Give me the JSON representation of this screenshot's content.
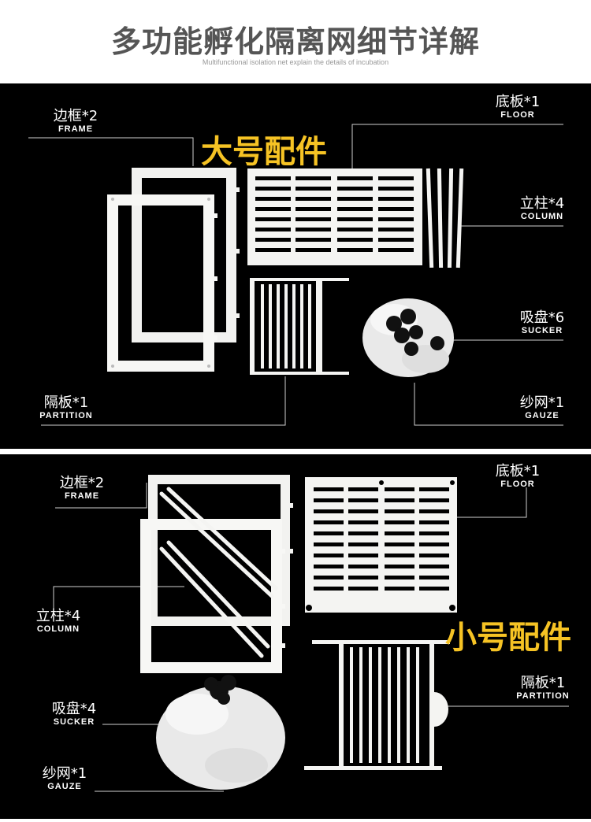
{
  "header": {
    "title": "多功能孵化隔离网细节详解",
    "subtitle": "Multifunctional isolation net explain the details of incubation"
  },
  "large": {
    "heading": "大号配件",
    "labels": {
      "frame": {
        "zh": "边框*2",
        "en": "FRAME"
      },
      "floor": {
        "zh": "底板*1",
        "en": "FLOOR"
      },
      "column": {
        "zh": "立柱*4",
        "en": "COLUMN"
      },
      "sucker": {
        "zh": "吸盘*6",
        "en": "SUCKER"
      },
      "partition": {
        "zh": "隔板*1",
        "en": "PARTITION"
      },
      "gauze": {
        "zh": "纱网*1",
        "en": "GAUZE"
      }
    }
  },
  "small": {
    "heading": "小号配件",
    "labels": {
      "frame": {
        "zh": "边框*2",
        "en": "FRAME"
      },
      "floor": {
        "zh": "底板*1",
        "en": "FLOOR"
      },
      "column": {
        "zh": "立柱*4",
        "en": "COLUMN"
      },
      "sucker": {
        "zh": "吸盘*4",
        "en": "SUCKER"
      },
      "partition": {
        "zh": "隔板*1",
        "en": "PARTITION"
      },
      "gauze": {
        "zh": "纱网*1",
        "en": "GAUZE"
      }
    }
  },
  "colors": {
    "background": "#000000",
    "accent": "#f6c324",
    "parts": "#f4f4f2"
  }
}
